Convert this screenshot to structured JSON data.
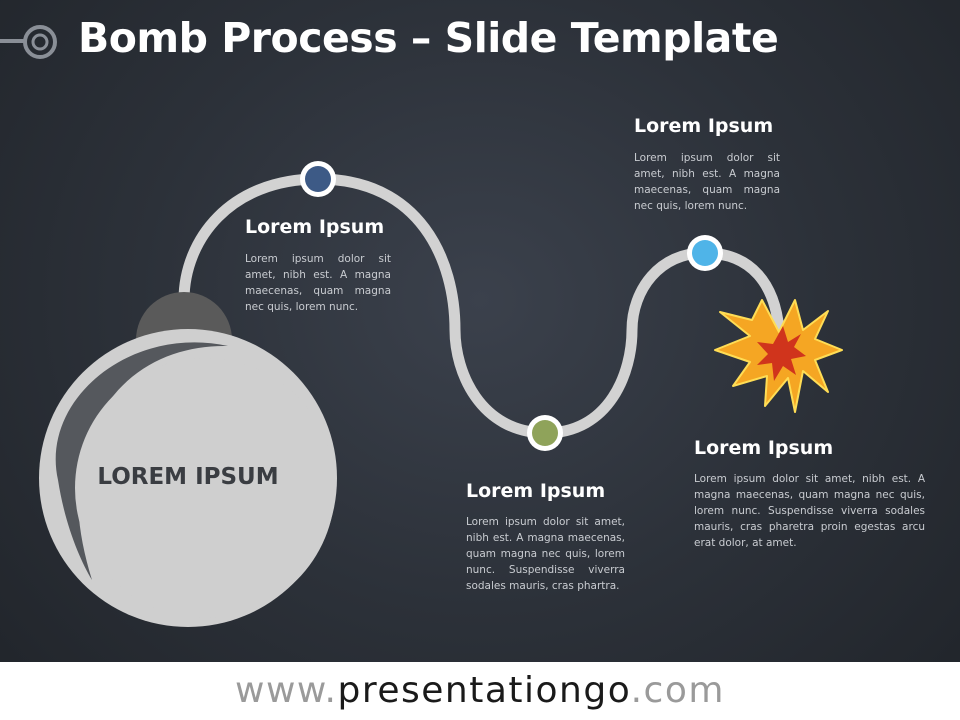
{
  "slide": {
    "title": "Bomb Process – Slide Template",
    "bomb_label": "LOREM IPSUM"
  },
  "steps": [
    {
      "heading": "Lorem Ipsum",
      "body": "Lorem ipsum dolor sit amet, nibh est. A magna maecenas, quam magna nec quis, lorem nunc.",
      "marker_color": "#3d5a86"
    },
    {
      "heading": "Lorem Ipsum",
      "body": "Lorem ipsum dolor sit amet, nibh est. A magna maecenas, quam magna nec quis, lorem nunc. Suspendisse viverra sodales mauris, cras phartra.",
      "marker_color": "#8fa35a"
    },
    {
      "heading": "Lorem Ipsum",
      "body": "Lorem ipsum dolor sit amet, nibh est. A magna maecenas, quam magna nec quis, lorem nunc.",
      "marker_color": "#4fb4e8"
    },
    {
      "heading": "Lorem Ipsum",
      "body": "Lorem ipsum dolor sit amet, nibh est. A magna maecenas, quam magna nec quis, lorem nunc. Suspendisse viverra sodales mauris, cras pharetra proin egestas arcu erat dolor, at amet."
    }
  ],
  "colors": {
    "background": "#2c3139",
    "fuse": "#d2d2d2",
    "bomb_body": "#cfcfcf",
    "bomb_cap": "#5a5a5a",
    "explosion_outer": "#f5a623",
    "explosion_inner": "#d0341c"
  },
  "footer": {
    "prefix": "www.",
    "brand": "presentationgo",
    "suffix": ".com"
  }
}
